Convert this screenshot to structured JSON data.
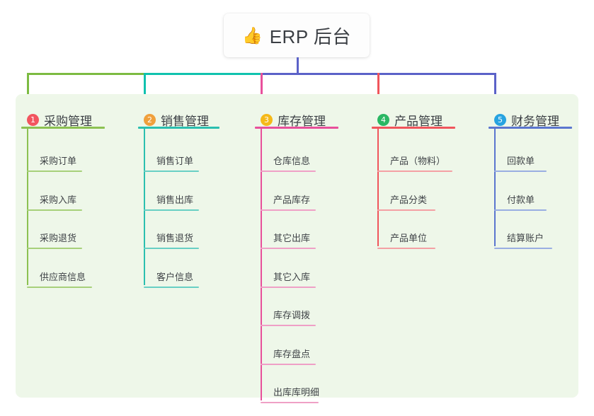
{
  "root": {
    "emoji": "👍",
    "emoji_name": "thumbs-up-emoji",
    "title": "ERP 后台"
  },
  "palette": {
    "panel_bg": "#eef7e9",
    "page_bg": "#ffffff",
    "text": "#3b3f44",
    "connector_green": "#7cbb42",
    "connector_teal": "#10c2ae",
    "connector_blue": "#5b62c8",
    "connector_pink": "#e8509b",
    "connector_red": "#f0555c"
  },
  "connectors": {
    "trunk_color": "#5b62c8",
    "segments": [
      {
        "name": "bar-green",
        "color": "#7cbb42"
      },
      {
        "name": "bar-teal",
        "color": "#10c2ae"
      },
      {
        "name": "bar-blue",
        "color": "#5b62c8"
      }
    ],
    "drops": [
      {
        "name": "drop-purchasing",
        "color": "#7cbb42"
      },
      {
        "name": "drop-sales",
        "color": "#10c2ae"
      },
      {
        "name": "drop-inventory",
        "color": "#e8509b"
      },
      {
        "name": "drop-product",
        "color": "#f0555c"
      },
      {
        "name": "drop-finance",
        "color": "#5b62c8"
      }
    ]
  },
  "columns": [
    {
      "key": "purchasing",
      "number": "1",
      "title": "采购管理",
      "badge_color": "#f2555f",
      "line_color": "#8cc152",
      "rule_color": "#a7d07a",
      "head_rule_width": 118,
      "items": [
        {
          "label": "采购订单",
          "rule_width": 78
        },
        {
          "label": "采购入库",
          "rule_width": 78
        },
        {
          "label": "采购退货",
          "rule_width": 78
        },
        {
          "label": "供应商信息",
          "rule_width": 92
        }
      ]
    },
    {
      "key": "sales",
      "number": "2",
      "title": "销售管理",
      "badge_color": "#f0a03c",
      "line_color": "#2bbfb0",
      "rule_color": "#68cfc4",
      "head_rule_width": 115,
      "items": [
        {
          "label": "销售订单",
          "rule_width": 78
        },
        {
          "label": "销售出库",
          "rule_width": 78
        },
        {
          "label": "销售退货",
          "rule_width": 78
        },
        {
          "label": "客户信息",
          "rule_width": 78
        }
      ]
    },
    {
      "key": "inventory",
      "number": "3",
      "title": "库存管理",
      "badge_color": "#f5b919",
      "line_color": "#e8509b",
      "rule_color": "#efa0c6",
      "head_rule_width": 118,
      "items": [
        {
          "label": "仓库信息",
          "rule_width": 78
        },
        {
          "label": "产品库存",
          "rule_width": 78
        },
        {
          "label": "其它出库",
          "rule_width": 78
        },
        {
          "label": "其它入库",
          "rule_width": 78
        },
        {
          "label": "库存调拨",
          "rule_width": 78
        },
        {
          "label": "库存盘点",
          "rule_width": 78
        },
        {
          "label": "出库库明细",
          "rule_width": 82
        }
      ]
    },
    {
      "key": "product",
      "number": "4",
      "title": "产品管理",
      "badge_color": "#2ab763",
      "line_color": "#f0555c",
      "rule_color": "#f4a0a4",
      "head_rule_width": 118,
      "items": [
        {
          "label": "产品（物料）",
          "rule_width": 106
        },
        {
          "label": "产品分类",
          "rule_width": 82
        },
        {
          "label": "产品单位",
          "rule_width": 82
        }
      ]
    },
    {
      "key": "finance",
      "number": "5",
      "title": "财务管理",
      "badge_color": "#27a3e0",
      "line_color": "#5b76cf",
      "rule_color": "#99aee2",
      "head_rule_width": 118,
      "items": [
        {
          "label": "回款单",
          "rule_width": 74
        },
        {
          "label": "付款单",
          "rule_width": 74
        },
        {
          "label": "结算账户",
          "rule_width": 82
        }
      ]
    }
  ]
}
